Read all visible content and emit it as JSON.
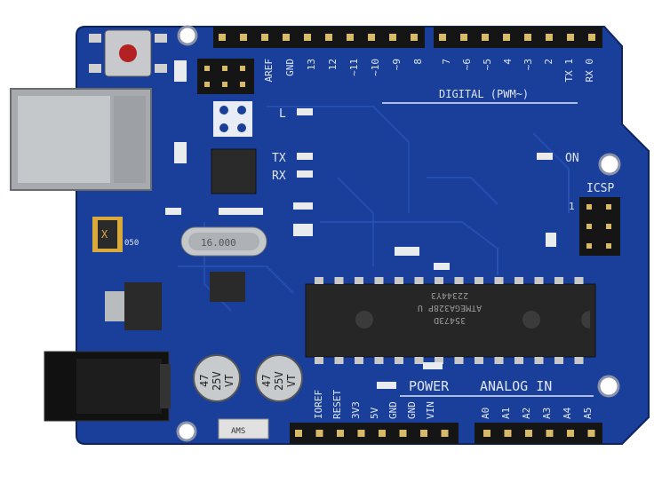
{
  "board": {
    "colors": {
      "pcb": "#1a3f9a",
      "pcb_dark": "#102c74",
      "silk": "#dfe6f5",
      "header": "#151515",
      "metal": "#b9bcbf",
      "chip": "#2a2a2a",
      "gold": "#d7b96a"
    },
    "digital_header_labels": [
      "AREF",
      "GND",
      "13",
      "12",
      "~11",
      "~10",
      "~9",
      "8",
      "7",
      "~6",
      "~5",
      "4",
      "~3",
      "2",
      "TX 1",
      "RX 0"
    ],
    "digital_title": "DIGITAL (PWM~)",
    "led_labels": {
      "l": "L",
      "tx": "TX",
      "rx": "RX",
      "on": "ON"
    },
    "icsp_label": "ICSP",
    "icsp_pin1": "1",
    "crystal_label": "16.000",
    "chip_text": [
      "ATMEGA328P U",
      "22344Y3",
      "35473D"
    ],
    "power_title": "POWER",
    "analog_title": "ANALOG IN",
    "power_labels": [
      "IOREF",
      "RESET",
      "3V3",
      "5V",
      "GND",
      "GND",
      "VIN"
    ],
    "analog_labels": [
      "A0",
      "A1",
      "A2",
      "A3",
      "A4",
      "A5"
    ],
    "cap_text": [
      "47",
      "25V",
      "VT"
    ],
    "fuse_text": [
      "X",
      "050"
    ],
    "small_ic_text": "AMS"
  }
}
